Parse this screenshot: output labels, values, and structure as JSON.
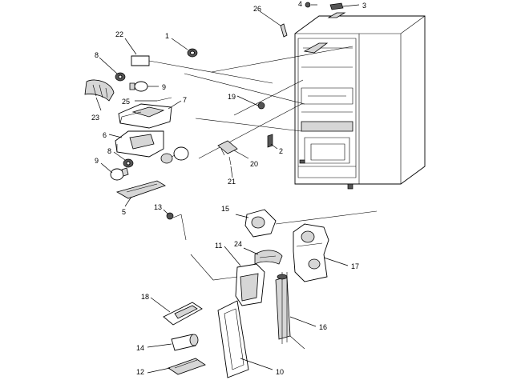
{
  "callouts": [
    {
      "id": "c1",
      "label": "1"
    },
    {
      "id": "c2",
      "label": "2"
    },
    {
      "id": "c3",
      "label": "3"
    },
    {
      "id": "c4",
      "label": "4"
    },
    {
      "id": "c5",
      "label": "5"
    },
    {
      "id": "c6",
      "label": "6"
    },
    {
      "id": "c7",
      "label": "7"
    },
    {
      "id": "c8a",
      "label": "8"
    },
    {
      "id": "c8b",
      "label": "8"
    },
    {
      "id": "c9a",
      "label": "9"
    },
    {
      "id": "c9b",
      "label": "9"
    },
    {
      "id": "c10",
      "label": "10"
    },
    {
      "id": "c11",
      "label": "11"
    },
    {
      "id": "c12",
      "label": "12"
    },
    {
      "id": "c13",
      "label": "13"
    },
    {
      "id": "c14",
      "label": "14"
    },
    {
      "id": "c15",
      "label": "15"
    },
    {
      "id": "c16",
      "label": "16"
    },
    {
      "id": "c17",
      "label": "17"
    },
    {
      "id": "c18",
      "label": "18"
    },
    {
      "id": "c19",
      "label": "19"
    },
    {
      "id": "c20",
      "label": "20"
    },
    {
      "id": "c21",
      "label": "21"
    },
    {
      "id": "c22",
      "label": "22"
    },
    {
      "id": "c23",
      "label": "23"
    },
    {
      "id": "c24",
      "label": "24"
    },
    {
      "id": "c25",
      "label": "25"
    },
    {
      "id": "c26",
      "label": "26"
    }
  ]
}
